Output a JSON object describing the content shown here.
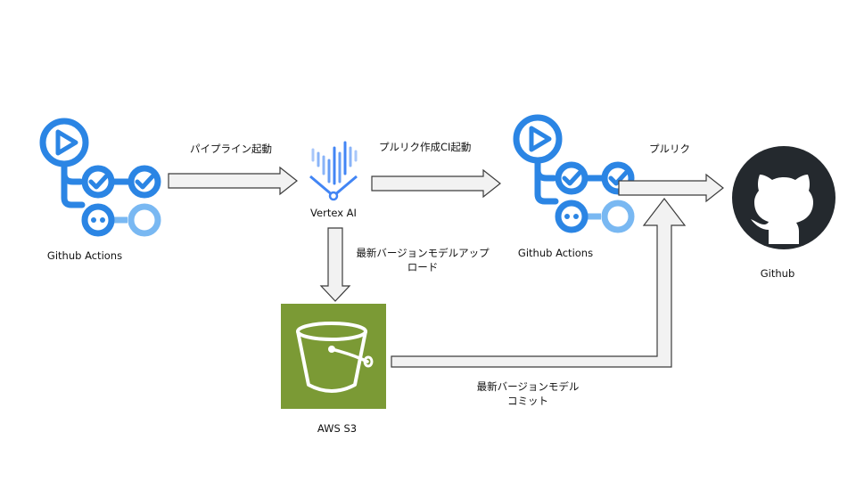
{
  "nodes": {
    "github_actions_1": {
      "label": "Github Actions",
      "icon": "github-actions-icon"
    },
    "vertex_ai": {
      "label": "Vertex AI",
      "icon": "vertex-ai-icon"
    },
    "github_actions_2": {
      "label": "Github Actions",
      "icon": "github-actions-icon"
    },
    "github": {
      "label": "Github",
      "icon": "github-octocat-icon"
    },
    "aws_s3": {
      "label": "AWS S3",
      "icon": "s3-bucket-icon"
    }
  },
  "edges": {
    "pipeline_start": {
      "label": "パイプライン起動"
    },
    "pr_ci_start": {
      "label": "プルリク作成CI起動"
    },
    "pull_request": {
      "label": "プルリク"
    },
    "upload_line1": "最新バージョンモデルアップ",
    "upload_line2": "ロード",
    "commit_line1": "最新バージョンモデル",
    "commit_line2": "コミット"
  },
  "colors": {
    "actions_blue": "#2b85e4",
    "actions_light_blue": "#79b8f2",
    "s3_green": "#7b9a35",
    "github_dark": "#24292e",
    "arrow_fill": "#f2f2f2",
    "arrow_stroke": "#3c3c3c"
  }
}
